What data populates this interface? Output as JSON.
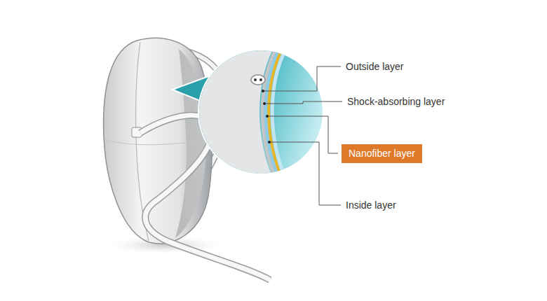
{
  "diagram": {
    "nodes": [
      {
        "text": [
          "Nanofiber layer"
        ]
      }
    ],
    "labels": [
      "Outside layer",
      "Shock-absorbing layer",
      "Inside layer"
    ]
  }
}
